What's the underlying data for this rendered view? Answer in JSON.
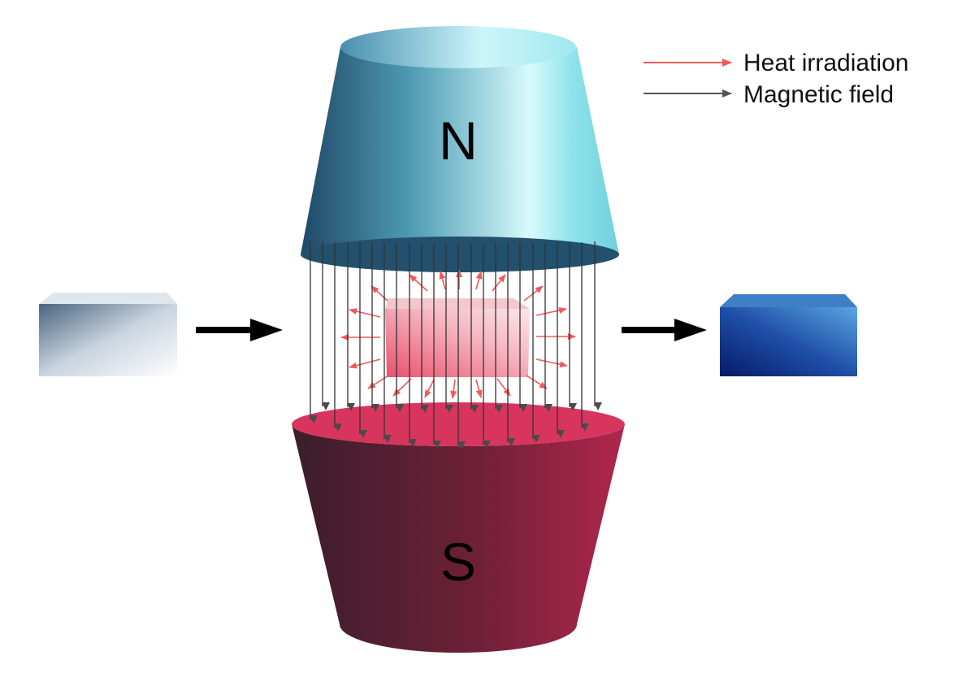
{
  "legend": {
    "heat_label": "Heat irradiation",
    "field_label": "Magnetic field"
  },
  "magnets": {
    "north_label": "N",
    "south_label": "S"
  },
  "colors": {
    "heat_arrow": "#f05a5a",
    "field_arrow": "#555555",
    "flow_arrow": "#000000",
    "north_light": "#bff5f8",
    "north_dark": "#274f6e",
    "south_light": "#b02a4c",
    "south_dark": "#3c1f2c",
    "south_top": "#d8355e",
    "sample_center": "#f3a7b4",
    "sample_input": "#e8edf3",
    "sample_output": "#0a2b8a"
  },
  "icons": {
    "heat_arrows": "arrow-right-icon",
    "field_arrows": "arrow-down-icon",
    "flow_arrows": "arrow-right-icon"
  }
}
